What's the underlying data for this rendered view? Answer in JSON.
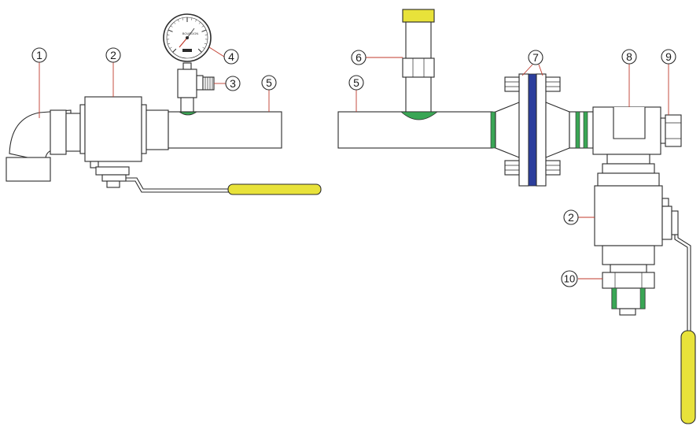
{
  "colors": {
    "outline": "#2b2b2b",
    "callout_line": "#c0392b",
    "handle": "#e8e23a",
    "weld": "#3aa655",
    "gasket": "#2c3e9c"
  },
  "gauge": {
    "dial_text": "BOURDON"
  },
  "labels": {
    "l1": "1",
    "l2a": "2",
    "l2b": "2",
    "l3": "3",
    "l4": "4",
    "l5a": "5",
    "l5b": "5",
    "l6": "6",
    "l7": "7",
    "l8": "8",
    "l9": "9",
    "l10": "10"
  }
}
